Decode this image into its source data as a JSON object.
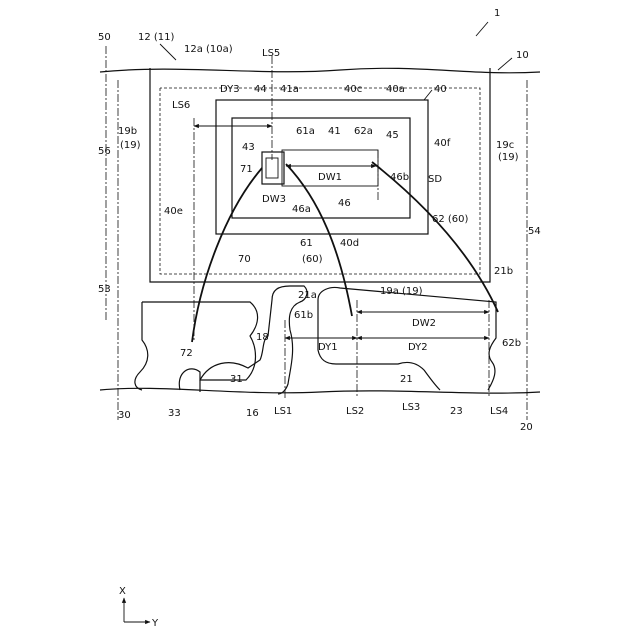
{
  "labels": {
    "l1": "1",
    "l10": "10",
    "l12": "12 (11)",
    "l12a": "12a (10a)",
    "l50": "50",
    "lLS5": "LS5",
    "lDY3": "DY3",
    "l44": "44",
    "l41a": "41a",
    "l40c": "40c",
    "l40a": "40a",
    "l40": "40",
    "lLS6": "LS6",
    "l19b": "19b",
    "l19b2": "(19)",
    "l19c": "19c",
    "l19c2": "(19)",
    "l40f": "40f",
    "l61a": "61a",
    "l41": "41",
    "l62a": "62a",
    "l45": "45",
    "l43": "43",
    "l71": "71",
    "lDW1": "DW1",
    "l46b": "46b",
    "lSD": "SD",
    "l56": "56",
    "lDW3": "DW3",
    "l46a": "46a",
    "l46": "46",
    "l40e": "40e",
    "l62": "62 (60)",
    "l61": "61",
    "l60": "(60)",
    "l40d": "40d",
    "l54": "54",
    "l70": "70",
    "l21b": "21b",
    "l53": "53",
    "l19a": "19a (19)",
    "l21a": "21a",
    "l18": "18",
    "l61b": "61b",
    "lDW2": "DW2",
    "lDY1": "DY1",
    "lDY2": "DY2",
    "l62b": "62b",
    "l72": "72",
    "l31": "31",
    "l21": "21",
    "l30": "30",
    "l33": "33",
    "l16": "16",
    "lLS1": "LS1",
    "lLS2": "LS2",
    "lLS3": "LS3",
    "l23": "23",
    "lLS4": "LS4",
    "l20": "20",
    "axisX": "X",
    "axisY": "Y"
  }
}
